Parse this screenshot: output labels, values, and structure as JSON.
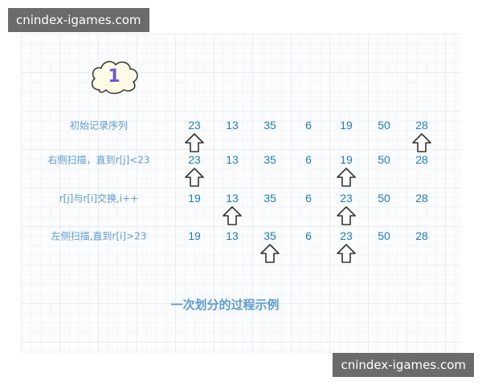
{
  "watermark_top": "cnindex-igames.com",
  "watermark_bottom": "cnindex-igames.com",
  "step_number": "1",
  "rows": [
    {
      "label": "初始记录序列",
      "values": [
        "23",
        "13",
        "35",
        "6",
        "19",
        "50",
        "28"
      ],
      "arrows": [
        0,
        6
      ]
    },
    {
      "label": "右侧扫描，直到r[j]<23",
      "values": [
        "23",
        "13",
        "35",
        "6",
        "19",
        "50",
        "28"
      ],
      "arrows": [
        0,
        4
      ]
    },
    {
      "label": "r[j]与r[i]交换,i++",
      "values": [
        "19",
        "13",
        "35",
        "6",
        "23",
        "50",
        "28"
      ],
      "arrows": [
        1,
        4
      ]
    },
    {
      "label": "左侧扫描,直到r[i]>23",
      "values": [
        "19",
        "13",
        "35",
        "6",
        "23",
        "50",
        "28"
      ],
      "arrows": [
        2,
        4
      ]
    }
  ],
  "caption": "一次划分的过程示例",
  "colors": {
    "label": "#5b9bd5",
    "value": "#1f7cc0",
    "arrow_stroke": "#333333",
    "cloud_fill": "#fdfbe6"
  },
  "icons": {
    "pointer": "up-arrow-icon",
    "step_badge": "cloud-icon"
  }
}
